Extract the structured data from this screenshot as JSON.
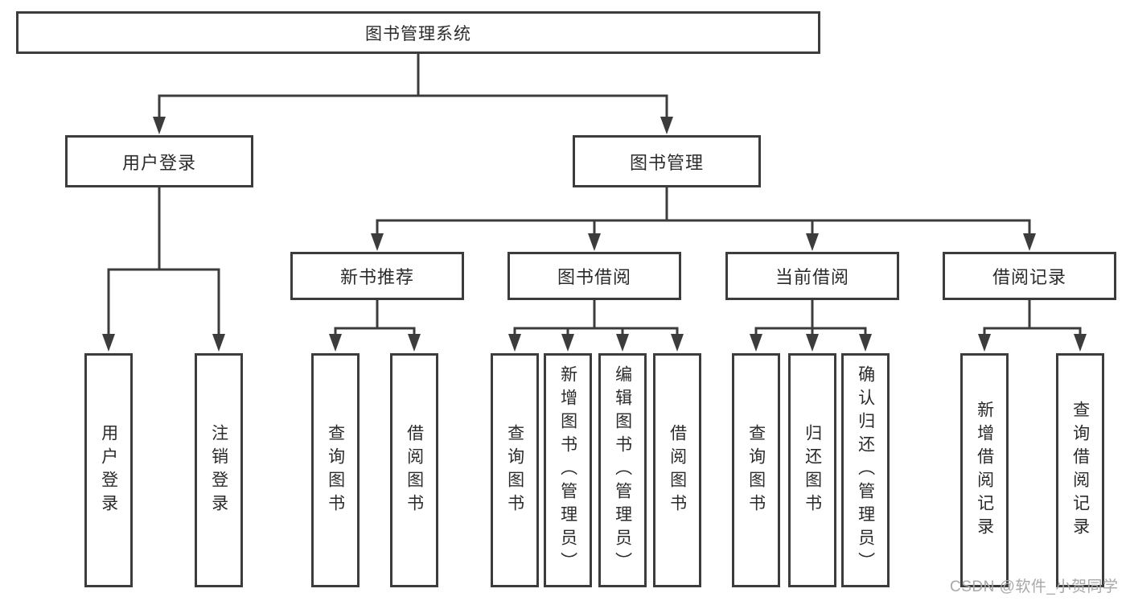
{
  "diagram": {
    "root": {
      "label": "图书管理系统"
    },
    "level2": [
      {
        "id": "user-login",
        "label": "用户登录"
      },
      {
        "id": "book-management",
        "label": "图书管理"
      }
    ],
    "level3": [
      {
        "id": "new-book-recommend",
        "label": "新书推荐",
        "parent": "图书管理"
      },
      {
        "id": "book-borrow",
        "label": "图书借阅",
        "parent": "图书管理"
      },
      {
        "id": "current-borrow",
        "label": "当前借阅",
        "parent": "图书管理"
      },
      {
        "id": "borrow-records",
        "label": "借阅记录",
        "parent": "图书管理"
      }
    ],
    "leaves": [
      {
        "label": "用户登录",
        "parent": "用户登录"
      },
      {
        "label": "注销登录",
        "parent": "用户登录"
      },
      {
        "label": "查询图书",
        "parent": "新书推荐"
      },
      {
        "label": "借阅图书",
        "parent": "新书推荐"
      },
      {
        "label": "查询图书",
        "parent": "图书借阅"
      },
      {
        "label": "新增图书（管理员）",
        "parent": "图书借阅"
      },
      {
        "label": "编辑图书（管理员）",
        "parent": "图书借阅"
      },
      {
        "label": "借阅图书",
        "parent": "图书借阅"
      },
      {
        "label": "查询图书",
        "parent": "当前借阅"
      },
      {
        "label": "归还图书",
        "parent": "当前借阅"
      },
      {
        "label": "确认归还（管理员）",
        "parent": "当前借阅"
      },
      {
        "label": "新增借阅记录",
        "parent": "借阅记录"
      },
      {
        "label": "查询借阅记录",
        "parent": "借阅记录"
      }
    ]
  },
  "watermark": {
    "text": "CSDN @软件_小贺同学"
  },
  "colors": {
    "line": "#3c3c3c",
    "box_border": "#3c3c3c",
    "box_fill": "#ffffff",
    "text": "#2b2b2b",
    "watermark": "#a8a8a8",
    "background": "#ffffff"
  }
}
